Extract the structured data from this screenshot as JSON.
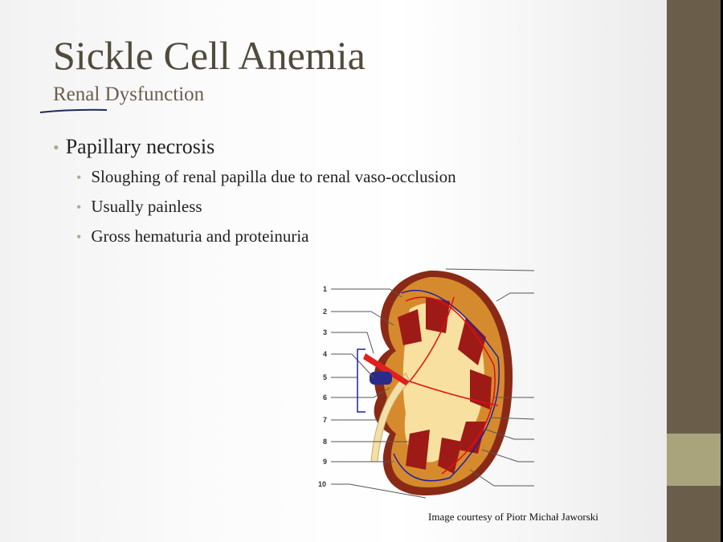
{
  "slide": {
    "title": "Sickle Cell Anemia",
    "subtitle": "Renal Dysfunction",
    "bullets": [
      {
        "text": "Papillary necrosis",
        "sub": [
          "Sloughing of renal papilla due to renal vaso-occlusion",
          "Usually painless",
          "Gross hematuria and proteinuria"
        ]
      }
    ],
    "figure": {
      "labels": [
        "1",
        "2",
        "3",
        "4",
        "5",
        "6",
        "7",
        "8",
        "9",
        "10"
      ],
      "credit": "Image courtesy of Piotr Michał Jaworski"
    }
  },
  "colors": {
    "sidebar": "#6a5e4b",
    "accent": "#a9a47c",
    "title": "#514b3c"
  }
}
